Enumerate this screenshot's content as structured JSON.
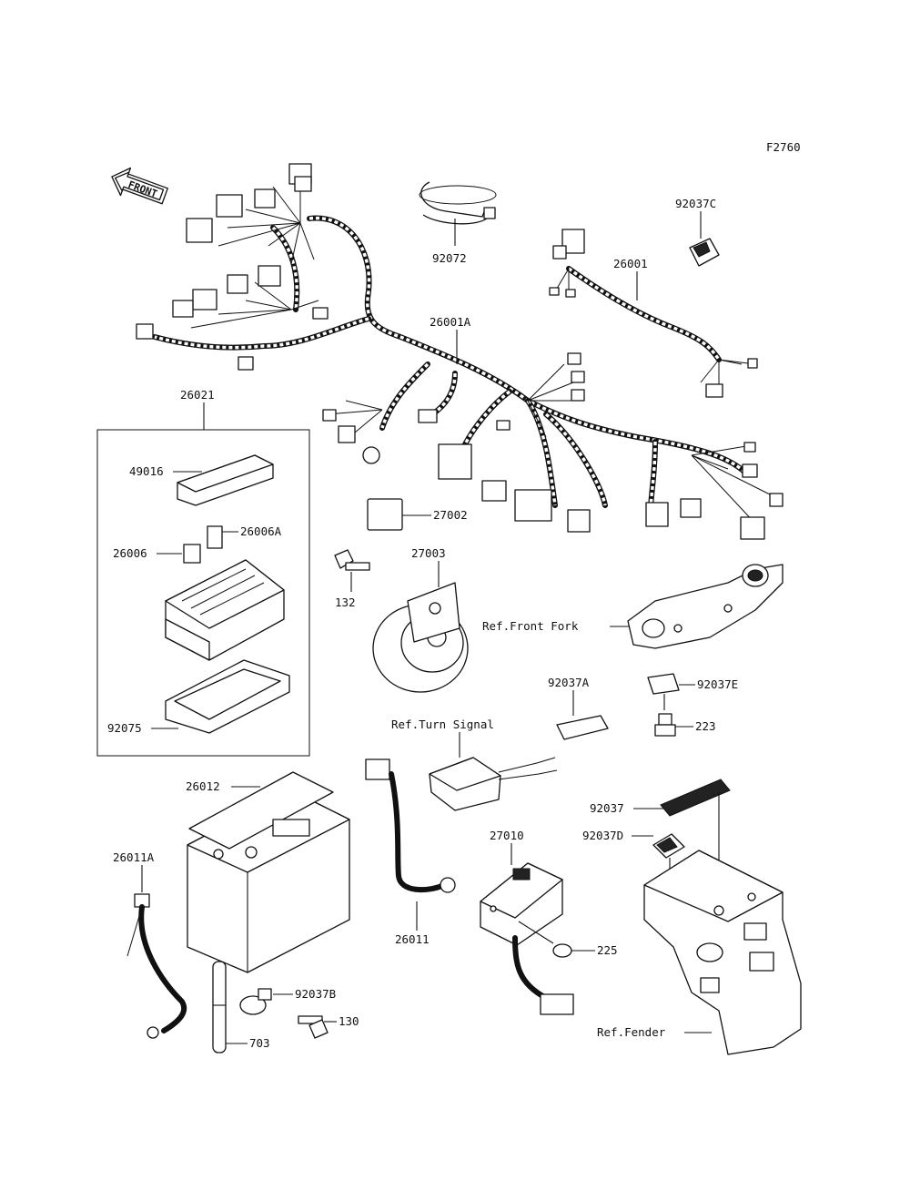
{
  "figure_code": "F2760",
  "front_arrow": "FRONT",
  "labels": {
    "p92072": "92072",
    "p92037C": "92037C",
    "p26001": "26001",
    "p26001A": "26001A",
    "p26021": "26021",
    "p49016": "49016",
    "p26006A": "26006A",
    "p26006": "26006",
    "p92075": "92075",
    "p27002": "27002",
    "p27003": "27003",
    "p132": "132",
    "ref_front_fork": "Ref.Front Fork",
    "p92037E": "92037E",
    "p223": "223",
    "p92037A": "92037A",
    "ref_turn_signal": "Ref.Turn Signal",
    "p26012": "26012",
    "p26011A": "26011A",
    "p27010": "27010",
    "p92037": "92037",
    "p92037D": "92037D",
    "p225": "225",
    "p26011": "26011",
    "p92037B": "92037B",
    "p130": "130",
    "p703": "703",
    "ref_fender": "Ref.Fender"
  }
}
